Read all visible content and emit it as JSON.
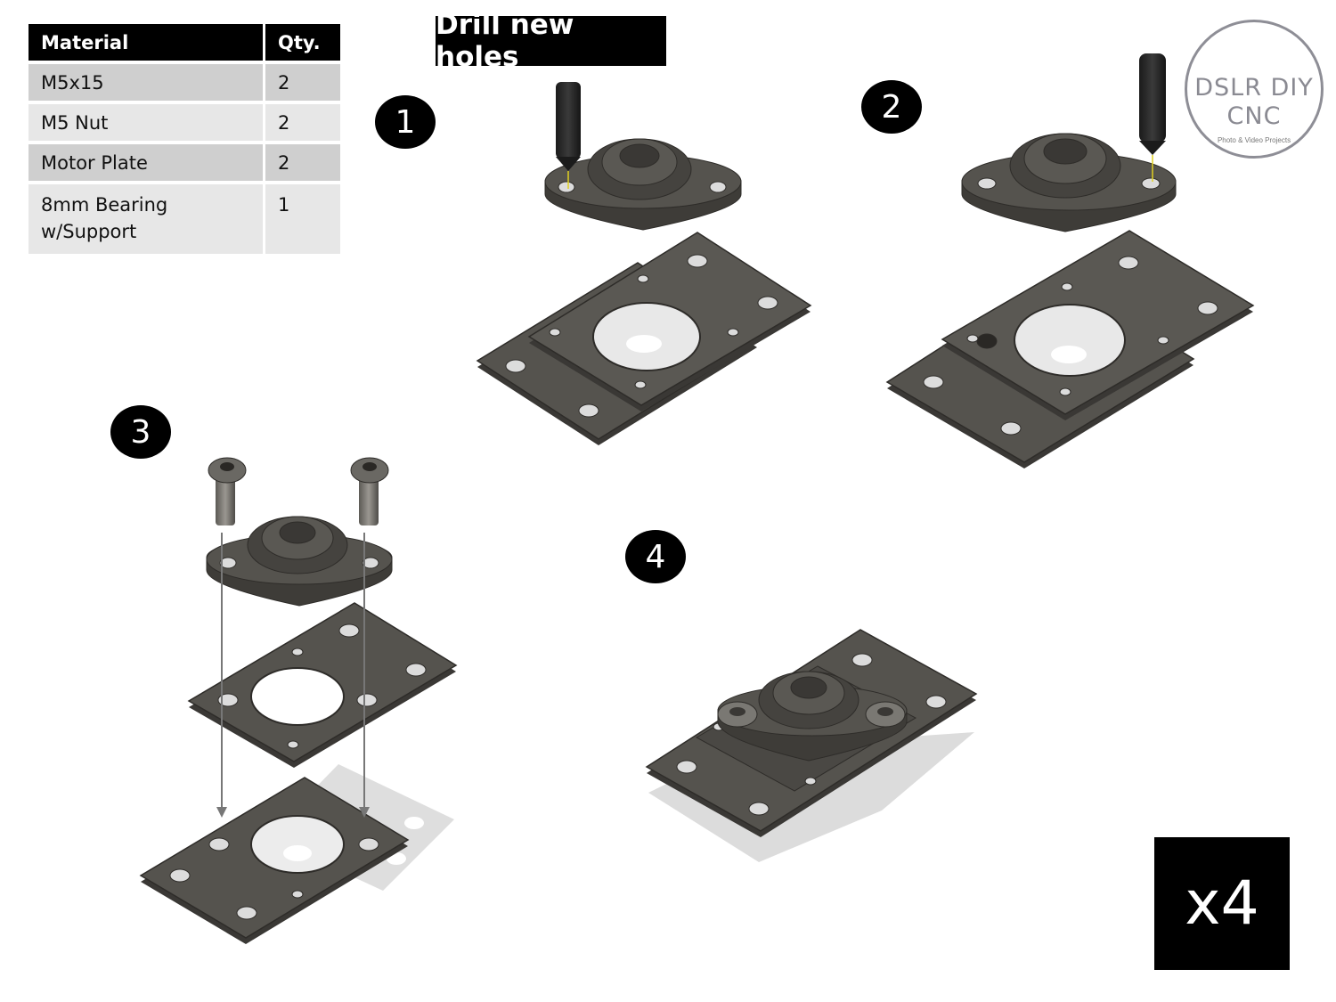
{
  "bom": {
    "headers": {
      "material": "Material",
      "qty": "Qty."
    },
    "rows": [
      {
        "material": "M5x15",
        "qty": "2"
      },
      {
        "material": "M5 Nut",
        "qty": "2"
      },
      {
        "material": "Motor Plate",
        "qty": "2"
      },
      {
        "material": "8mm Bearing w/Support",
        "qty": "1"
      }
    ]
  },
  "heading": "Drill new holes",
  "steps": [
    "1",
    "2",
    "3",
    "4"
  ],
  "logo": {
    "line1": "DSLR DIY",
    "line2": "CNC",
    "tagline": "Photo & Video Projects"
  },
  "quantity_multiplier": "x4",
  "colors": {
    "part": "#4c4a45",
    "part_edge": "#2e2c29",
    "accent": "#000000",
    "logo": "#8e8e96"
  }
}
